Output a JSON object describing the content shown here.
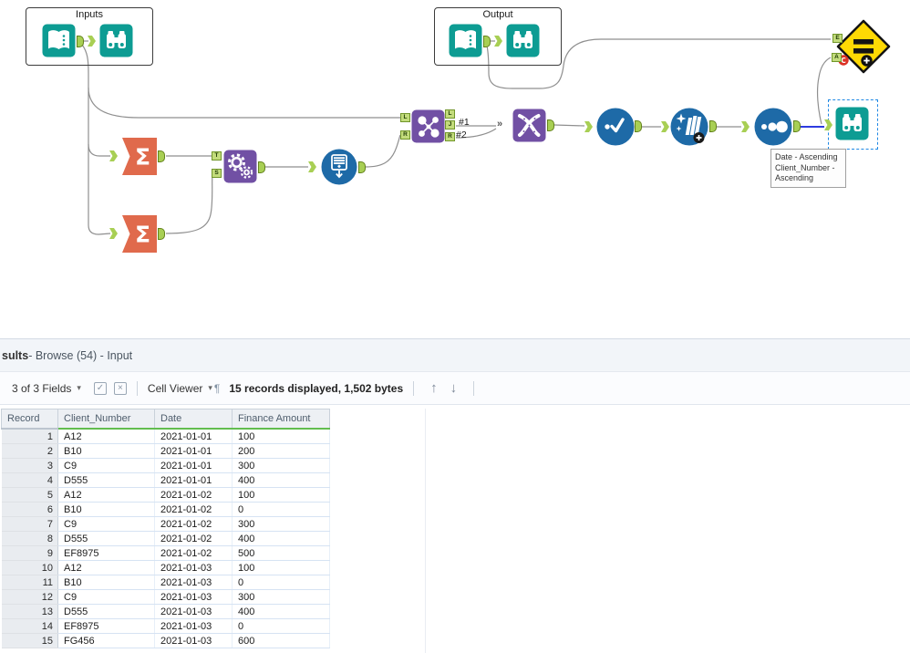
{
  "canvas": {
    "containers": {
      "inputs": "Inputs",
      "output": "Output"
    },
    "join_labels": {
      "out1": "#1",
      "out2": "#2"
    },
    "annotation_text": "Date - Ascending\nClient_Number -\nAscending",
    "ports": {
      "join_in_l": "L",
      "join_in_r": "R",
      "join_out_l": "L",
      "join_out_j": "J",
      "join_out_r": "R",
      "append_t": "T",
      "append_s": "S",
      "test_e": "E",
      "test_a": "A"
    },
    "icons": {
      "sigma": "Σ",
      "union_multi_input": "»",
      "test_badge_c": "C"
    }
  },
  "results": {
    "title_bold": "sults",
    "title_rest": " - Browse (54) - Input",
    "toolbar": {
      "fields_label": "3 of 3 Fields",
      "cell_viewer_label": "Cell Viewer",
      "records_label": "15 records displayed, 1,502 bytes",
      "caret": "▾",
      "check_icon": "✓",
      "close_icon": "×",
      "pilcrow_icon": "¶",
      "up_arrow": "↑",
      "down_arrow": "↓"
    },
    "table": {
      "columns": [
        {
          "label": "Record",
          "underline": false
        },
        {
          "label": "Client_Number",
          "underline": true
        },
        {
          "label": "Date",
          "underline": true
        },
        {
          "label": "Finance Amount",
          "underline": true
        }
      ],
      "rows": [
        [
          "1",
          "A12",
          "2021-01-01",
          "100"
        ],
        [
          "2",
          "B10",
          "2021-01-01",
          "200"
        ],
        [
          "3",
          "C9",
          "2021-01-01",
          "300"
        ],
        [
          "4",
          "D555",
          "2021-01-01",
          "400"
        ],
        [
          "5",
          "A12",
          "2021-01-02",
          "100"
        ],
        [
          "6",
          "B10",
          "2021-01-02",
          "0"
        ],
        [
          "7",
          "C9",
          "2021-01-02",
          "300"
        ],
        [
          "8",
          "D555",
          "2021-01-02",
          "400"
        ],
        [
          "9",
          "EF8975",
          "2021-01-02",
          "500"
        ],
        [
          "10",
          "A12",
          "2021-01-03",
          "100"
        ],
        [
          "11",
          "B10",
          "2021-01-03",
          "0"
        ],
        [
          "12",
          "C9",
          "2021-01-03",
          "300"
        ],
        [
          "13",
          "D555",
          "2021-01-03",
          "400"
        ],
        [
          "14",
          "EF8975",
          "2021-01-03",
          "0"
        ],
        [
          "15",
          "FG456",
          "2021-01-03",
          "600"
        ]
      ]
    }
  },
  "colors": {
    "teal": "#0d9c93",
    "purple": "#7150a4",
    "blue": "#1e6aa7",
    "orange": "#e06a4c",
    "selected_wire": "#2e3ce0",
    "port_green": "#a8cf54",
    "test_yellow": "#fed904"
  }
}
